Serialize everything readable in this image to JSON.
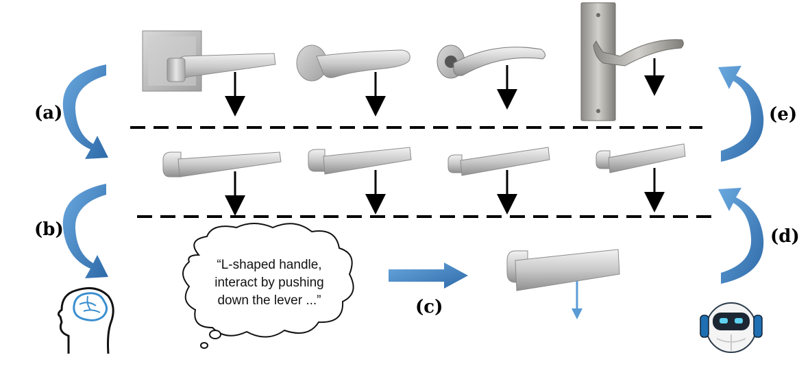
{
  "labels": {
    "a": "(a)",
    "b": "(b)",
    "c": "(c)",
    "d": "(d)",
    "e": "(e)"
  },
  "thought": {
    "line1": "“L-shaped handle,",
    "line2": "interact by pushing",
    "line3": "down the lever ...”"
  },
  "icons": {
    "human": "brain-head-icon",
    "robot": "robot-head-icon"
  },
  "colors": {
    "arrow_blue": "#5b9bd5",
    "arrow_blue_dark": "#2e6aa8",
    "metal_light": "#e3e3e3",
    "metal_dark": "#9a9a9a",
    "brain_blue": "#3a8fd0",
    "robot_blue": "#1f6fb2"
  }
}
